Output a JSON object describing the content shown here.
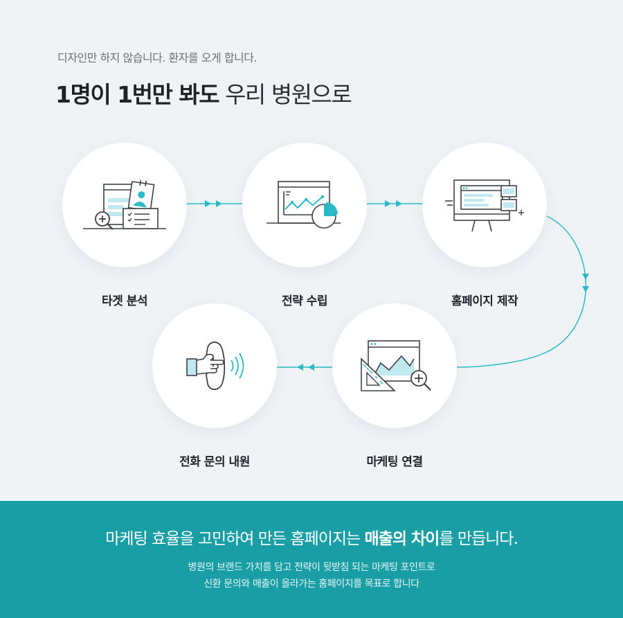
{
  "intro": {
    "subtitle": "디자인만 하지 않습니다. 환자를 오게 합니다.",
    "headline_bold": "1명이 1번만 봐도",
    "headline_light": "우리 병원으로"
  },
  "steps": [
    {
      "label": "타겟 분석",
      "icon": "target-analysis-icon"
    },
    {
      "label": "전략 수립",
      "icon": "strategy-chart-icon"
    },
    {
      "label": "홈페이지 제작",
      "icon": "website-monitor-icon"
    },
    {
      "label": "마케팅 연결",
      "icon": "marketing-analytics-icon"
    },
    {
      "label": "전화 문의 내원",
      "icon": "phone-call-icon"
    }
  ],
  "footer": {
    "headline_pre": "마케팅 효율을 고민하여 만든 홈페이지는",
    "headline_bold": "매출의 차이",
    "headline_post": "를 만듭니다.",
    "body_line1": "병원의 브랜드 가치를 담고 전략이 뒷받침 되는 마케팅 포인트로",
    "body_line2": "신환 문의와 매출이 올라가는 홈페이지를 목표로 합니다"
  },
  "colors": {
    "accent": "#29b9c7",
    "footer_bg": "#199ea5",
    "page_bg": "#f0f3f6"
  }
}
